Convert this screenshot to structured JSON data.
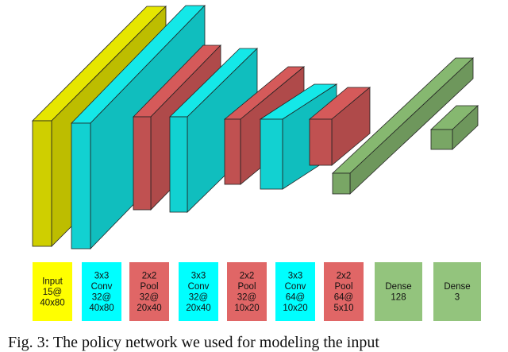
{
  "colors": {
    "input_fill": "#ffff00",
    "conv_fill": "#00ffff",
    "pool_fill": "#e06666",
    "dense_fill": "#93c47d",
    "stroke": "#222222"
  },
  "blocks": [
    {
      "kind": "input",
      "lines": [
        "Input",
        "15@",
        "40x80"
      ]
    },
    {
      "kind": "conv",
      "lines": [
        "3x3",
        "Conv",
        "32@",
        "40x80"
      ]
    },
    {
      "kind": "pool",
      "lines": [
        "2x2",
        "Pool",
        "32@",
        "20x40"
      ]
    },
    {
      "kind": "conv",
      "lines": [
        "3x3",
        "Conv",
        "32@",
        "20x40"
      ]
    },
    {
      "kind": "pool",
      "lines": [
        "2x2",
        "Pool",
        "32@",
        "10x20"
      ]
    },
    {
      "kind": "conv",
      "lines": [
        "3x3",
        "Conv",
        "64@",
        "10x20"
      ]
    },
    {
      "kind": "pool",
      "lines": [
        "2x2",
        "Pool",
        "64@",
        "5x10"
      ]
    },
    {
      "kind": "dense",
      "lines": [
        "Dense",
        "128"
      ]
    },
    {
      "kind": "dense",
      "lines": [
        "Dense",
        "3"
      ]
    }
  ],
  "caption": "Fig. 3: The policy network we used for modeling the input"
}
